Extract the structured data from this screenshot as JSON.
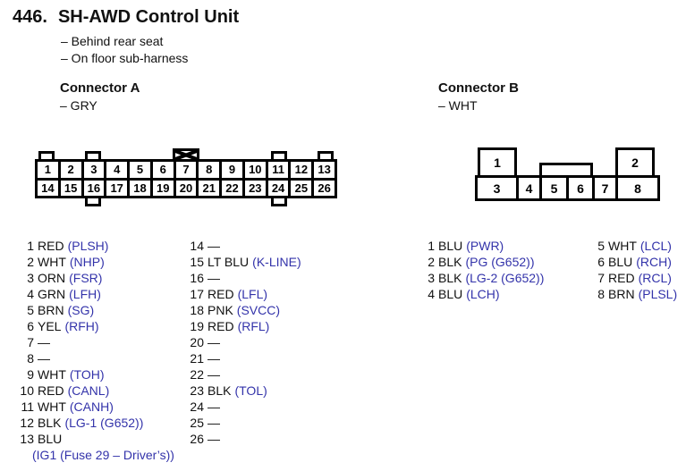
{
  "palette": {
    "signal_blue": "#3333aa",
    "line_black": "#000000",
    "text_black": "#111111"
  },
  "header": {
    "number": "446.",
    "title": "SH-AWD Control Unit",
    "notes": [
      "– Behind rear seat",
      "– On floor sub-harness"
    ]
  },
  "connector_a": {
    "heading": "Connector A",
    "color_note": "– GRY",
    "diagram_cells": [
      "1",
      "2",
      "3",
      "4",
      "5",
      "6",
      "7",
      "8",
      "9",
      "10",
      "11",
      "12",
      "13",
      "14",
      "15",
      "16",
      "17",
      "18",
      "19",
      "20",
      "21",
      "22",
      "23",
      "24",
      "25",
      "26"
    ],
    "pins_col1": [
      {
        "num": "1",
        "wire": "RED",
        "signal": "(PLSH)"
      },
      {
        "num": "2",
        "wire": "WHT",
        "signal": "(NHP)"
      },
      {
        "num": "3",
        "wire": "ORN",
        "signal": "(FSR)"
      },
      {
        "num": "4",
        "wire": "GRN",
        "signal": "(LFH)"
      },
      {
        "num": "5",
        "wire": "BRN",
        "signal": "(SG)"
      },
      {
        "num": "6",
        "wire": "YEL",
        "signal": "(RFH)"
      },
      {
        "num": "7",
        "wire": "—",
        "signal": ""
      },
      {
        "num": "8",
        "wire": "—",
        "signal": ""
      },
      {
        "num": "9",
        "wire": "WHT",
        "signal": "(TOH)"
      },
      {
        "num": "10",
        "wire": "RED",
        "signal": "(CANL)"
      },
      {
        "num": "11",
        "wire": "WHT",
        "signal": "(CANH)"
      },
      {
        "num": "12",
        "wire": "BLK",
        "signal": "(LG-1 (G652))"
      },
      {
        "num": "13",
        "wire": "BLU",
        "signal": ""
      }
    ],
    "pin13_note": "(IG1 (Fuse 29 – Driver’s))",
    "pins_col2": [
      {
        "num": "14",
        "wire": "—",
        "signal": ""
      },
      {
        "num": "15",
        "wire": "LT BLU",
        "signal": "(K-LINE)"
      },
      {
        "num": "16",
        "wire": "—",
        "signal": ""
      },
      {
        "num": "17",
        "wire": "RED",
        "signal": "(LFL)"
      },
      {
        "num": "18",
        "wire": "PNK",
        "signal": "(SVCC)"
      },
      {
        "num": "19",
        "wire": "RED",
        "signal": "(RFL)"
      },
      {
        "num": "20",
        "wire": "—",
        "signal": ""
      },
      {
        "num": "21",
        "wire": "—",
        "signal": ""
      },
      {
        "num": "22",
        "wire": "—",
        "signal": ""
      },
      {
        "num": "23",
        "wire": "BLK",
        "signal": "(TOL)"
      },
      {
        "num": "24",
        "wire": "—",
        "signal": ""
      },
      {
        "num": "25",
        "wire": "—",
        "signal": ""
      },
      {
        "num": "26",
        "wire": "—",
        "signal": ""
      }
    ]
  },
  "connector_b": {
    "heading": "Connector B",
    "color_note": "– WHT",
    "diagram": {
      "top_left": "1",
      "top_right": "2",
      "bottom_cells": [
        "3",
        "4",
        "5",
        "6",
        "7",
        "8"
      ]
    },
    "pins_col1": [
      {
        "num": "1",
        "wire": "BLU",
        "signal": "(PWR)"
      },
      {
        "num": "2",
        "wire": "BLK",
        "signal": "(PG (G652))"
      },
      {
        "num": "3",
        "wire": "BLK",
        "signal": "(LG-2 (G652))"
      },
      {
        "num": "4",
        "wire": "BLU",
        "signal": "(LCH)"
      }
    ],
    "pins_col2": [
      {
        "num": "5",
        "wire": "WHT",
        "signal": "(LCL)"
      },
      {
        "num": "6",
        "wire": "BLU",
        "signal": "(RCH)"
      },
      {
        "num": "7",
        "wire": "RED",
        "signal": "(RCL)"
      },
      {
        "num": "8",
        "wire": "BRN",
        "signal": "(PLSL)"
      }
    ]
  }
}
